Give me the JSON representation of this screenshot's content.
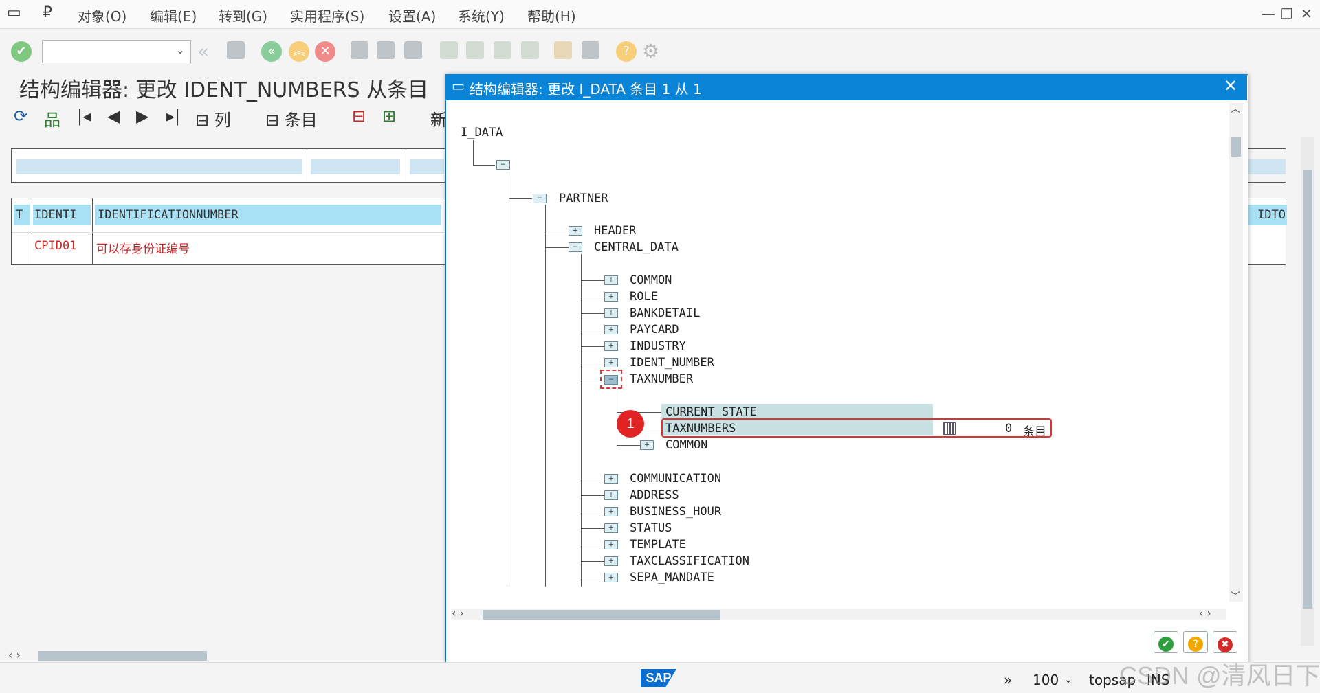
{
  "menu": {
    "items": [
      "对象(O)",
      "编辑(E)",
      "转到(G)",
      "实用程序(S)",
      "设置(A)",
      "系统(Y)",
      "帮助(H)"
    ]
  },
  "toolbar": {
    "command_value": "",
    "icons": [
      "enter-icon",
      "back-icon",
      "save-icon",
      "exit-icon",
      "cancel-icon",
      "print-icon",
      "find-icon",
      "find-next-icon",
      "first-page-icon",
      "prev-page-icon",
      "next-page-icon",
      "last-page-icon",
      "new-session-icon",
      "shortcut-icon",
      "help-icon",
      "customize-icon"
    ]
  },
  "screen": {
    "title": "结构编辑器: 更改 IDENT_NUMBERS 从条目",
    "app_buttons": [
      "列",
      "条目",
      "新"
    ],
    "table": {
      "headers": [
        "T",
        "IDENTI",
        "IDENTIFICATIONNUMBER"
      ],
      "header_right": "IDTO",
      "rows": [
        {
          "type": "",
          "category": "CPID01",
          "number": "可以存身份证编号"
        }
      ]
    }
  },
  "dialog": {
    "title": "结构编辑器: 更改 I_DATA 条目 1 从 1",
    "root": "I_DATA",
    "nodes": {
      "partner": "PARTNER",
      "header": "HEADER",
      "central_data": "CENTRAL_DATA",
      "common": "COMMON",
      "role": "ROLE",
      "bankdetail": "BANKDETAIL",
      "paycard": "PAYCARD",
      "industry": "INDUSTRY",
      "ident_number": "IDENT_NUMBER",
      "taxnumber": "TAXNUMBER",
      "current_state": "CURRENT_STATE",
      "taxnumbers": "TAXNUMBERS",
      "common2": "COMMON",
      "communication": "COMMUNICATION",
      "address": "ADDRESS",
      "business_hour": "BUSINESS_HOUR",
      "status": "STATUS",
      "template": "TEMPLATE",
      "taxclassification": "TAXCLASSIFICATION",
      "sepa_mandate": "SEPA_MANDATE"
    },
    "taxnumbers_count": "0",
    "taxnumbers_unit": "条目",
    "annotation_badge": "1",
    "buttons": {
      "ok": "✔",
      "help": "?",
      "cancel": "✖"
    }
  },
  "status": {
    "zoom": "100",
    "system": "topsap",
    "mode": "INS",
    "watermark": "CSDN @清风日下"
  },
  "colors": {
    "title_bar": "#0a84d6",
    "highlight": "#e03030",
    "selection": "#c9e1e3",
    "table_header": "#a8e1f4"
  }
}
